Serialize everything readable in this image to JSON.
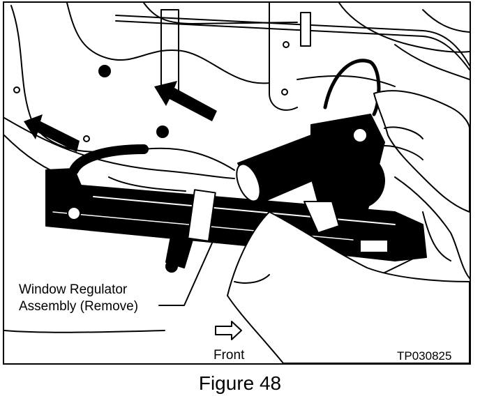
{
  "figure": {
    "callout_line1": "Window Regulator",
    "callout_line2": "Assembly (Remove)",
    "direction_label": "Front",
    "part_code": "TP030825",
    "caption": "Figure 48"
  },
  "colors": {
    "ink": "#000000",
    "paper": "#ffffff"
  },
  "icons": [
    "motion-arrow-icon",
    "front-direction-arrow-icon"
  ]
}
